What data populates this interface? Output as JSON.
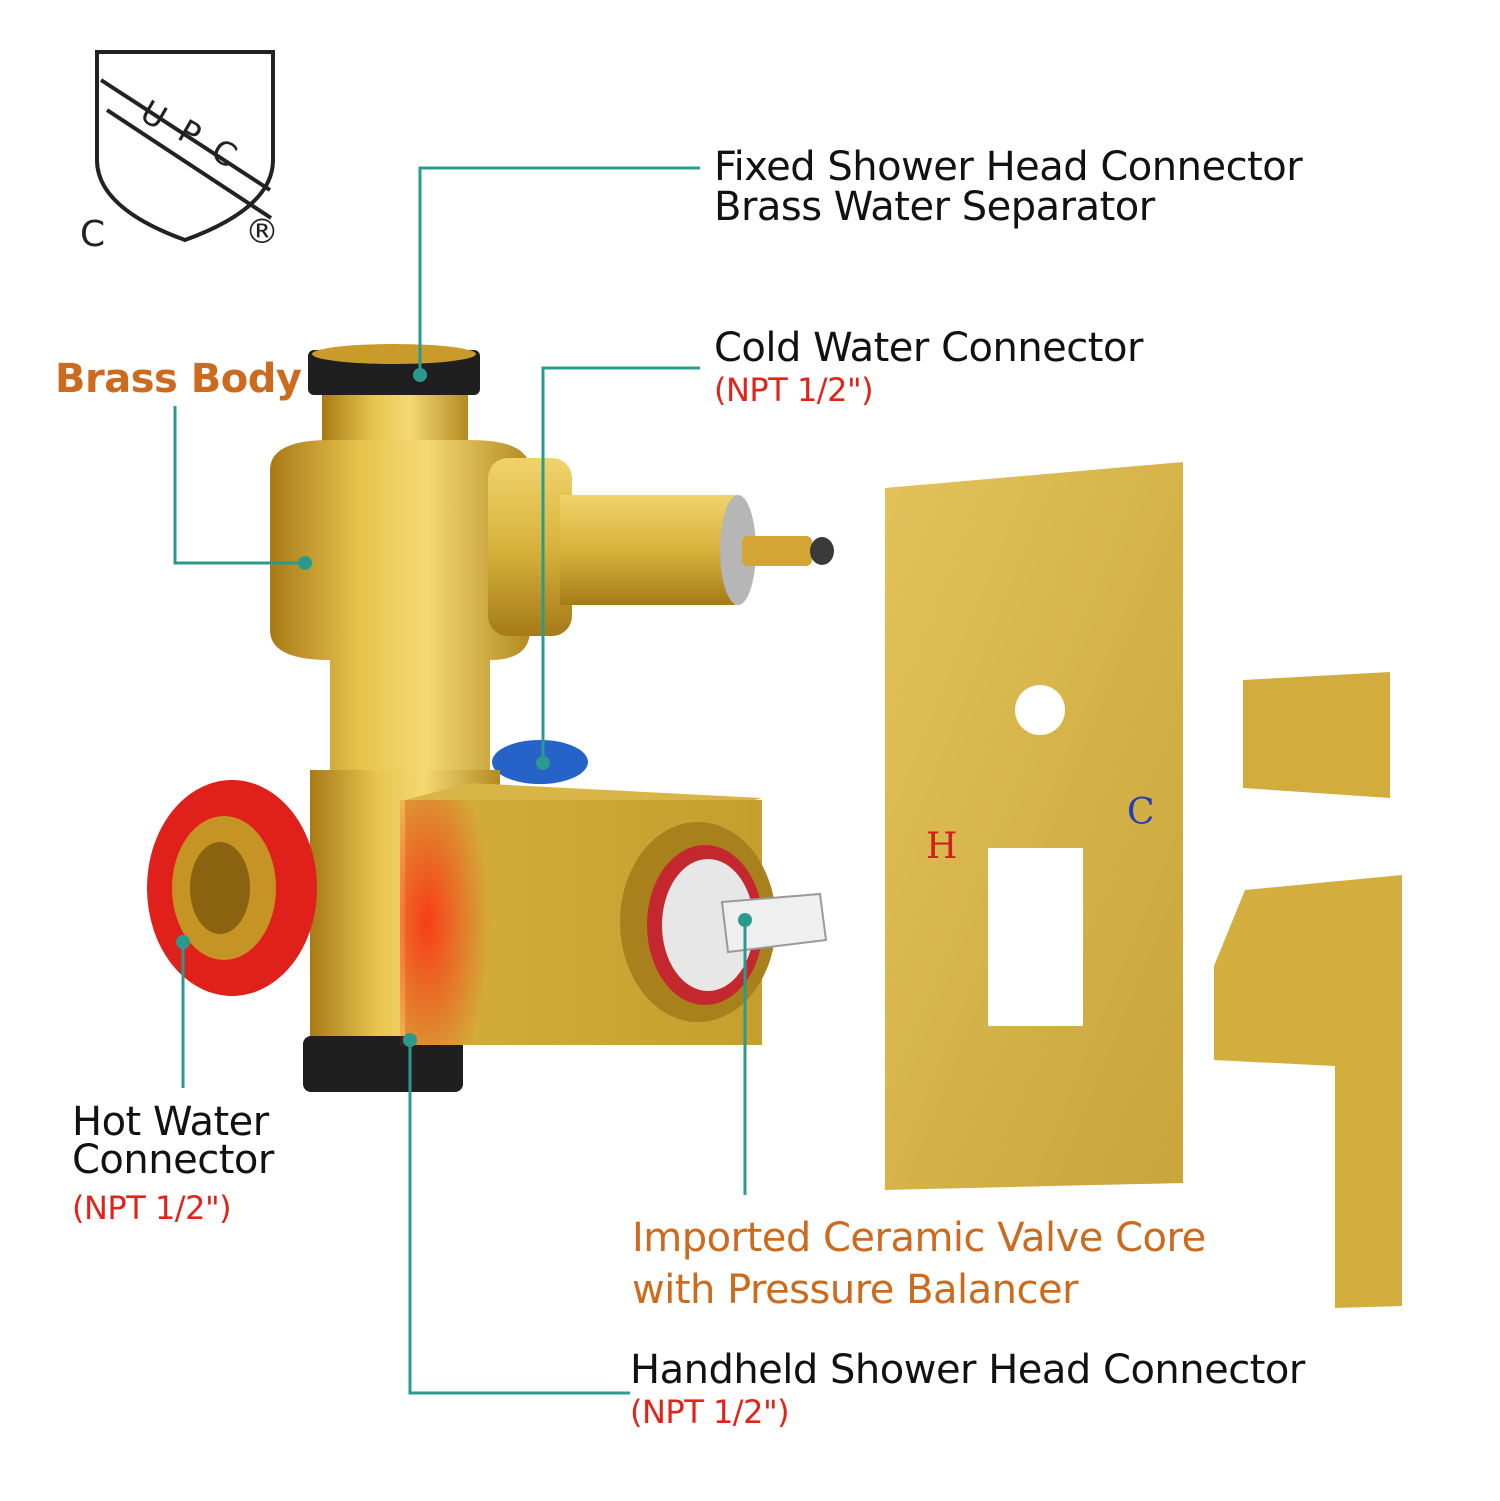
{
  "certification": {
    "mark_letters": [
      "U",
      "P",
      "C"
    ],
    "left_letter": "C",
    "registered": "®"
  },
  "labels": {
    "fixed_shower": {
      "line1": "Fixed Shower Head Connector",
      "line2": "Brass Water Separator"
    },
    "brass_body": "Brass Body",
    "cold_water": {
      "title": "Cold Water Connector",
      "spec": "(NPT 1/2\")"
    },
    "hot_water": {
      "line1": "Hot Water",
      "line2": "Connector",
      "spec": "(NPT 1/2\")"
    },
    "ceramic_core": {
      "line1": "Imported Ceramic Valve Core",
      "line2": "with Pressure Balancer"
    },
    "handheld": {
      "title": "Handheld Shower Head Connector",
      "spec": "(NPT 1/2\")"
    }
  },
  "plate_marks": {
    "hot": "H",
    "cold": "C"
  },
  "colors": {
    "leader": "#2a9a8e",
    "accent_orange": "#cc6a1e",
    "accent_red": "#e2231a",
    "brass": "#d8b03a",
    "cold_blue": "#2563c9",
    "hot_red": "#e0201a"
  }
}
